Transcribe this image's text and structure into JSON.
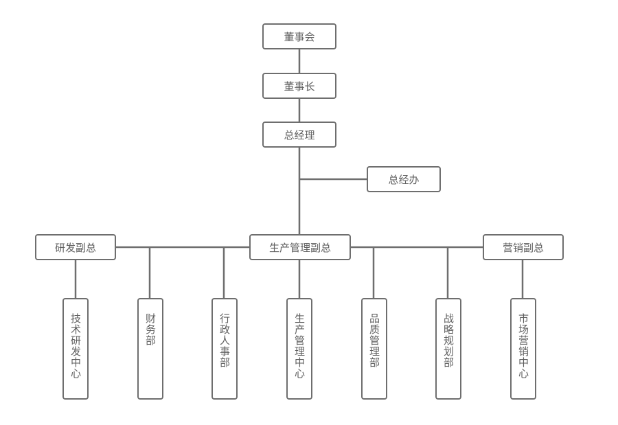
{
  "org_chart": {
    "board": "董事会",
    "chairman": "董事长",
    "general_manager": "总经理",
    "gm_office": "总经办",
    "vp_rd": "研发副总",
    "vp_production": "生产管理副总",
    "vp_marketing": "营销副总",
    "departments": [
      "技术研发中心",
      "财务部",
      "行政人事部",
      "生产管理中心",
      "品质管理部",
      "战略规划部",
      "市场营销中心"
    ]
  },
  "colors": {
    "line": "#6e6e6e",
    "border": "#6e6e6e",
    "text": "#5f5f5f",
    "background": "#ffffff"
  }
}
